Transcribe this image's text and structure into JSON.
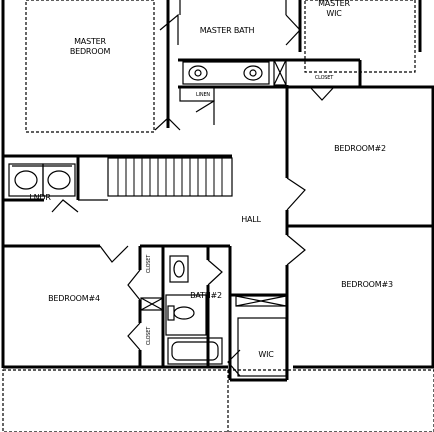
{
  "floorplan": {
    "rooms": {
      "master_bedroom": [
        "MASTER",
        "BEDROOM"
      ],
      "master_bath": "MASTER BATH",
      "master_wic": [
        "MASTER",
        "WIC"
      ],
      "linen": "LINEN",
      "closet_top": "CLOSET",
      "bedroom2": "BEDROOM#2",
      "lndr": "LNDR",
      "hall": "HALL",
      "closet_left_upper": "CLOSET",
      "closet_left_lower": "CLOSET",
      "bedroom4": "BEDROOM#4",
      "bath2": "BATH#2",
      "bedroom3": "BEDROOM#3",
      "wic": "WIC"
    }
  }
}
